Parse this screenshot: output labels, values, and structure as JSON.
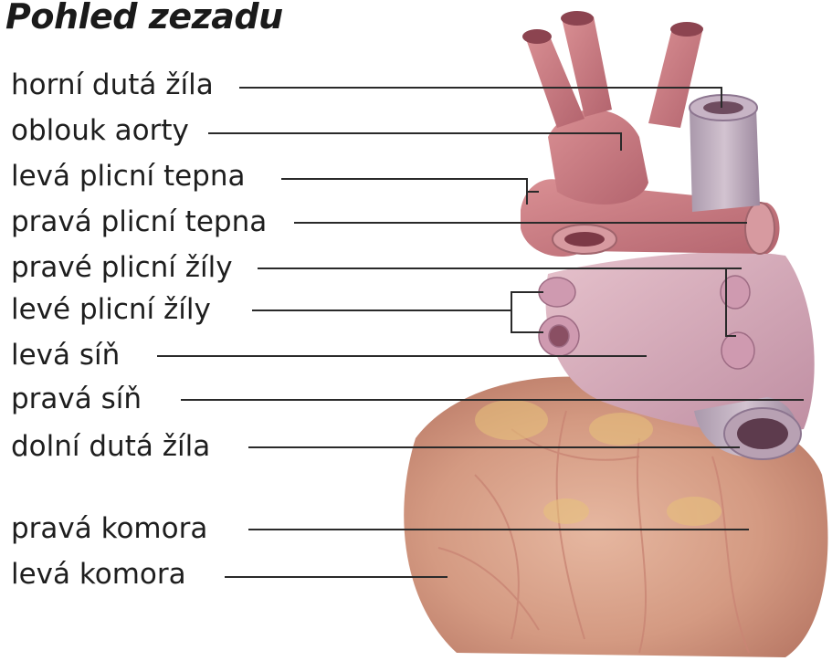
{
  "title": "Pohled zezadu",
  "labels": [
    "horní dutá žíla",
    "oblouk aorty",
    "levá plicní tepna",
    "pravá plicní tepna",
    "pravé plicní žíly",
    "levé plicní žíly",
    "levá síň",
    "pravá síň",
    "dolní dutá žíla",
    "pravá komora",
    "levá komora"
  ],
  "colors": {
    "leader_line": "#2a2a2a",
    "ventricle": "#d49a82",
    "vessel": "#c87a80",
    "atrium": "#d3a6b6",
    "vena_cava": "#b9a4b6"
  }
}
